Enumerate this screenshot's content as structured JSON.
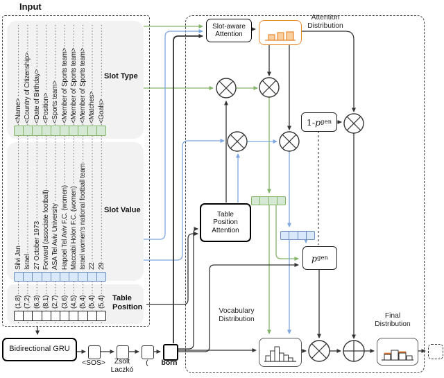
{
  "figure_title": "Input",
  "input_panel": {
    "slot_type": {
      "label": "Slot Type",
      "items": [
        "<Name>",
        "<Country of Citizenship>",
        "<Date of Birthday>",
        "<Position>",
        "<Sports team>",
        "<Member of Sports team>",
        "<Member of Sports team>",
        "<Member of Sports team>",
        "<Matches>",
        "<Goals>"
      ]
    },
    "slot_value": {
      "label": "Slot Value",
      "items": [
        "Silvi Jan",
        "Israel",
        "27 October 1973",
        "Forward (associate football)",
        "ASA Tel Aviv University",
        "Hapoel Tel Aviv F.C. (women)",
        "Maccabi Holon F.C. (women)",
        "Israel women's national football team",
        "22",
        "29"
      ]
    },
    "table_position": {
      "label_line1": "Table",
      "label_line2": "Position",
      "items": [
        "(1,8)",
        "(7,2)",
        "(6,3)",
        "(8,1)",
        "(2,7)",
        "(3,6)",
        "(4,5)",
        "(5,4)",
        "(5,4)",
        "(5,4)"
      ]
    }
  },
  "encoder": {
    "label": "Bidirectional GRU"
  },
  "decoder": {
    "tokens": [
      "<SOS>",
      "Zsolt",
      "Laczkó",
      "(",
      "born"
    ]
  },
  "modules": {
    "slot_aware_attention": [
      "Slot-aware",
      "Attention"
    ],
    "attention_distribution": [
      "Attention",
      "Distribution"
    ],
    "table_position_attention": [
      "Table",
      "Position",
      "Attention"
    ],
    "vocabulary_distribution": [
      "Vocabulary",
      "Distribution"
    ],
    "final_distribution": [
      "Final",
      "Distribution"
    ],
    "pgen_prefix": "1-",
    "p": "p",
    "gen": "gen"
  },
  "colors": {
    "slot_type_green": "#82b366",
    "slot_type_green_fill": "#d5e8d4",
    "slot_value_blue": "#6c8ebf",
    "slot_value_blue_fill": "#dae8fc",
    "blue_line": "#7ea6e0",
    "attention_orange": "#e8882d",
    "attention_orange_fill": "#f9cfa0",
    "panel_gray": "#f2f2f2",
    "line_black": "#333333"
  }
}
